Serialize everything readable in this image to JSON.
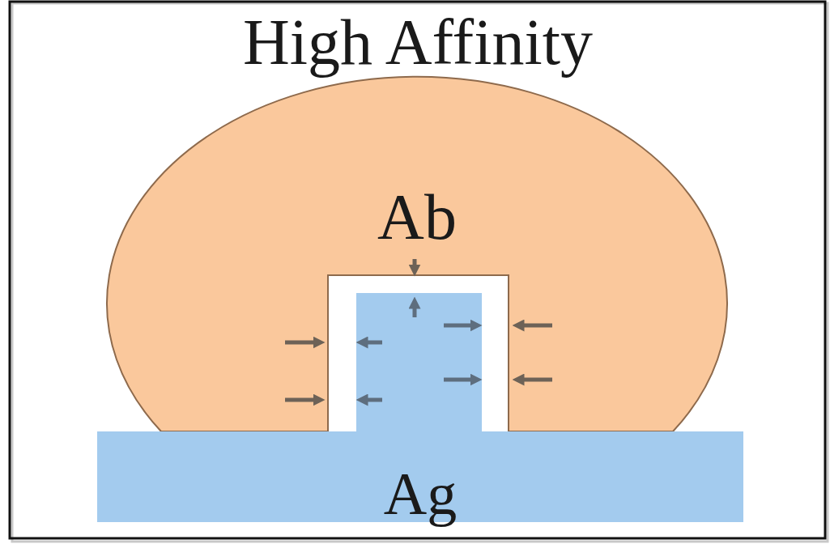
{
  "diagram": {
    "title": "High Affinity",
    "nodes": [
      {
        "text": [
          "Ab"
        ]
      },
      {
        "text": [
          "Ag"
        ]
      }
    ]
  }
}
